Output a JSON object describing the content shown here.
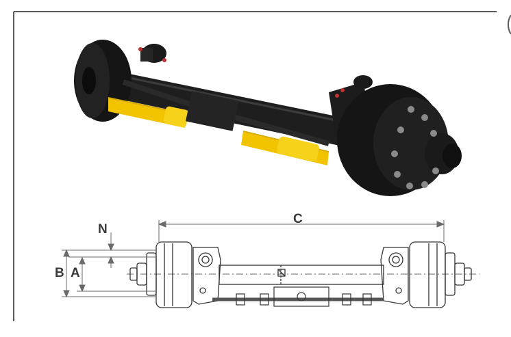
{
  "labels": {
    "N": "N",
    "C": "C",
    "B": "B",
    "A": "A"
  },
  "colors": {
    "frame_line": "#5a5a5a",
    "axle_black": "#1e1e1e",
    "drum_black": "#151515",
    "cylinder_yellow": "#f2c400",
    "dimension_line": "#6a6a6a",
    "drawing_line": "#333333"
  }
}
